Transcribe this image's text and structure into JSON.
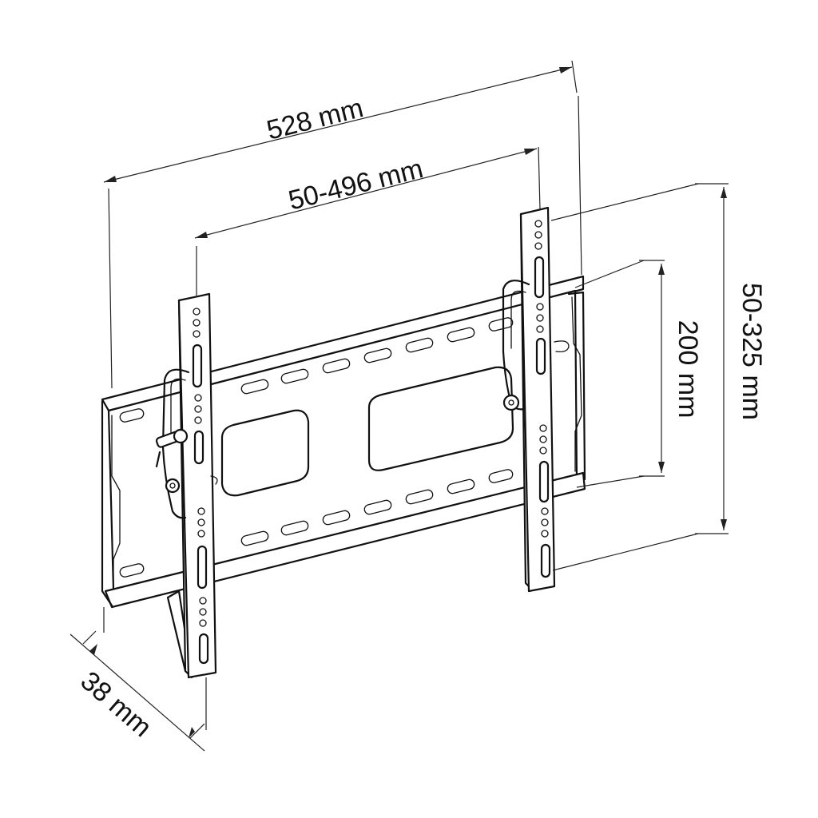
{
  "diagram": {
    "labels": {
      "overall_width": "528 mm",
      "arm_spacing": "50-496 mm",
      "vesa_height": "200 mm",
      "arm_height_range": "50-325 mm",
      "depth": "38 mm"
    },
    "line_color": "#111111",
    "background": "#ffffff"
  }
}
